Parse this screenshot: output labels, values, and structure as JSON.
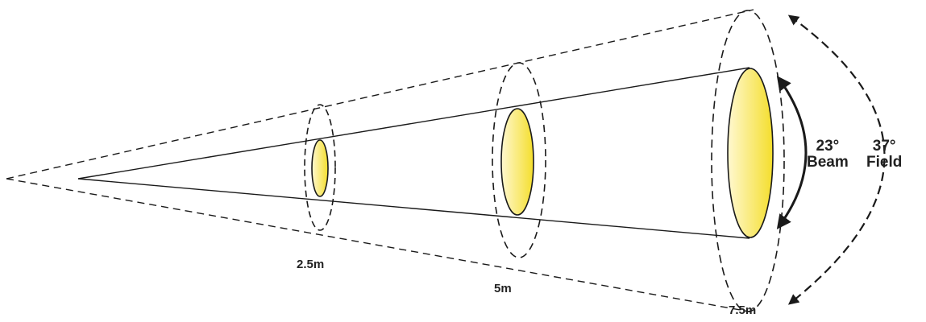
{
  "distances": [
    {
      "label": "2.5m"
    },
    {
      "label": "5m"
    },
    {
      "label": "7.5m"
    }
  ],
  "beam": {
    "angle": "23°",
    "label": "Beam"
  },
  "field": {
    "angle": "37°",
    "label": "Field"
  },
  "colors": {
    "line": "#1a1a1a",
    "spot_light": "#fff8d0",
    "spot_dark": "#f4de2c"
  }
}
